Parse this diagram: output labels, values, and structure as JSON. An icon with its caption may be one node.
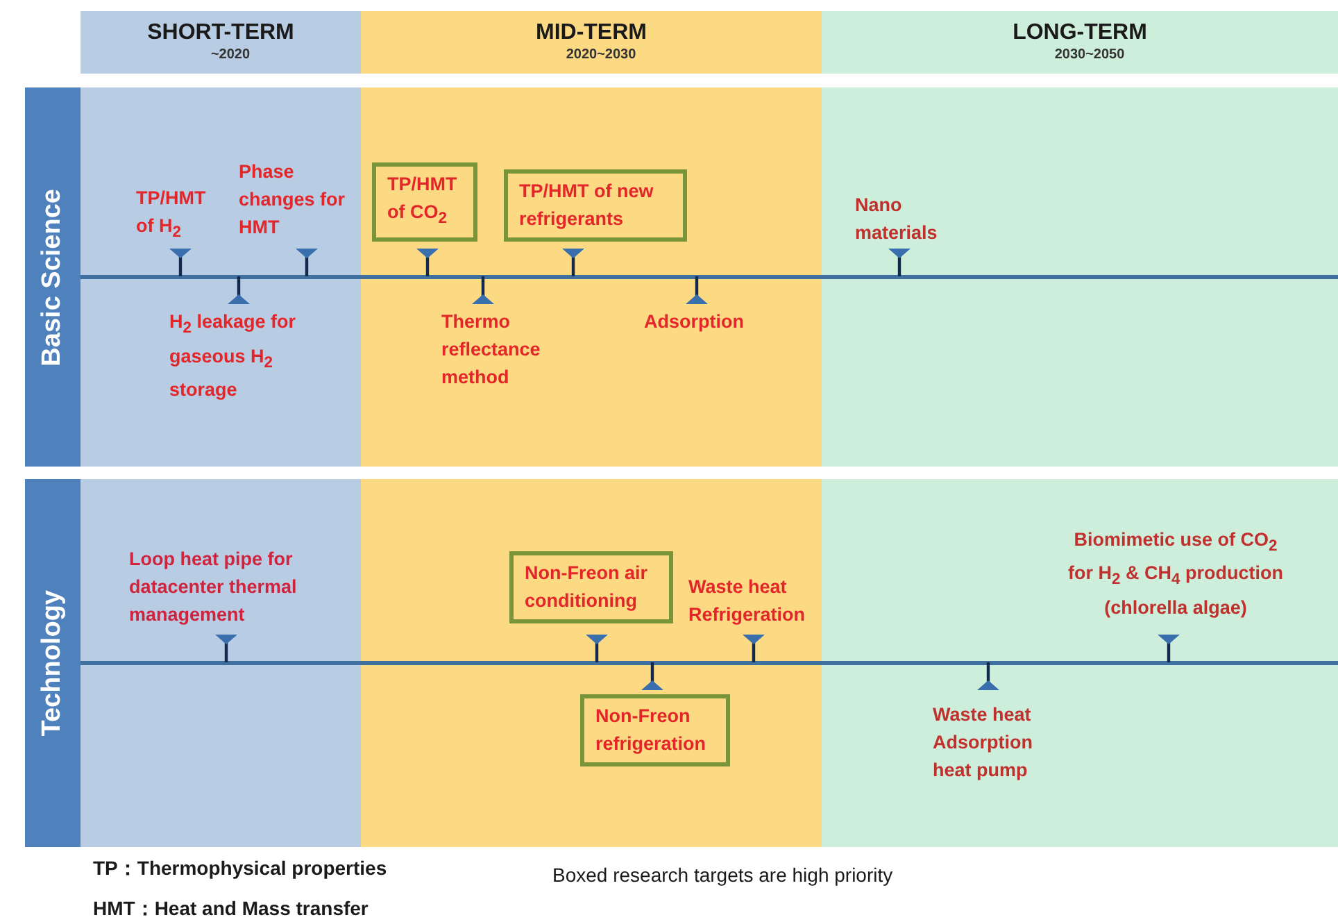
{
  "diagram": {
    "nodes": [
      {
        "text": [
          "SHORT-TERM",
          "~2020"
        ]
      },
      {
        "text": [
          "MID-TERM",
          "2020~2030"
        ]
      },
      {
        "text": [
          "LONG-TERM",
          "2030~2050"
        ]
      },
      {
        "text": [
          "Basic Science"
        ]
      },
      {
        "text": [
          "TP/HMT of H$_{2}$"
        ]
      },
      {
        "text": [
          "Phase changes for HMT"
        ]
      },
      {
        "text": [
          "H$_{2}$ leakage for gaseous H$_{2}$ storage"
        ]
      },
      {
        "text": [
          "TP/HMT of CO$_{2}$"
        ]
      },
      {
        "text": [
          "TP/HMT of new refrigerants"
        ]
      },
      {
        "text": [
          "Thermo reflectance method"
        ]
      },
      {
        "text": [
          "Adsorption"
        ]
      },
      {
        "text": [
          "Nano materials"
        ]
      },
      {
        "text": [
          "Technology"
        ]
      },
      {
        "text": [
          "Loop heat pipe for datacenter thermal management"
        ]
      },
      {
        "text": [
          "Non-Freon air conditioning"
        ]
      },
      {
        "text": [
          "Waste heat Refrigeration"
        ]
      },
      {
        "text": [
          "Non-Freon refrigeration"
        ]
      },
      {
        "text": [
          "Waste heat Adsorption heat pump"
        ]
      },
      {
        "text": [
          "Biomimetic use of CO$_{2}$ for H$_{2}$ & CH$_{4}$ production (chlorella algae)"
        ]
      }
    ],
    "labels": [
      "TP：Thermophysical properties",
      "Boxed research targets are high priority",
      "HMT：Heat and Mass transfer"
    ]
  }
}
